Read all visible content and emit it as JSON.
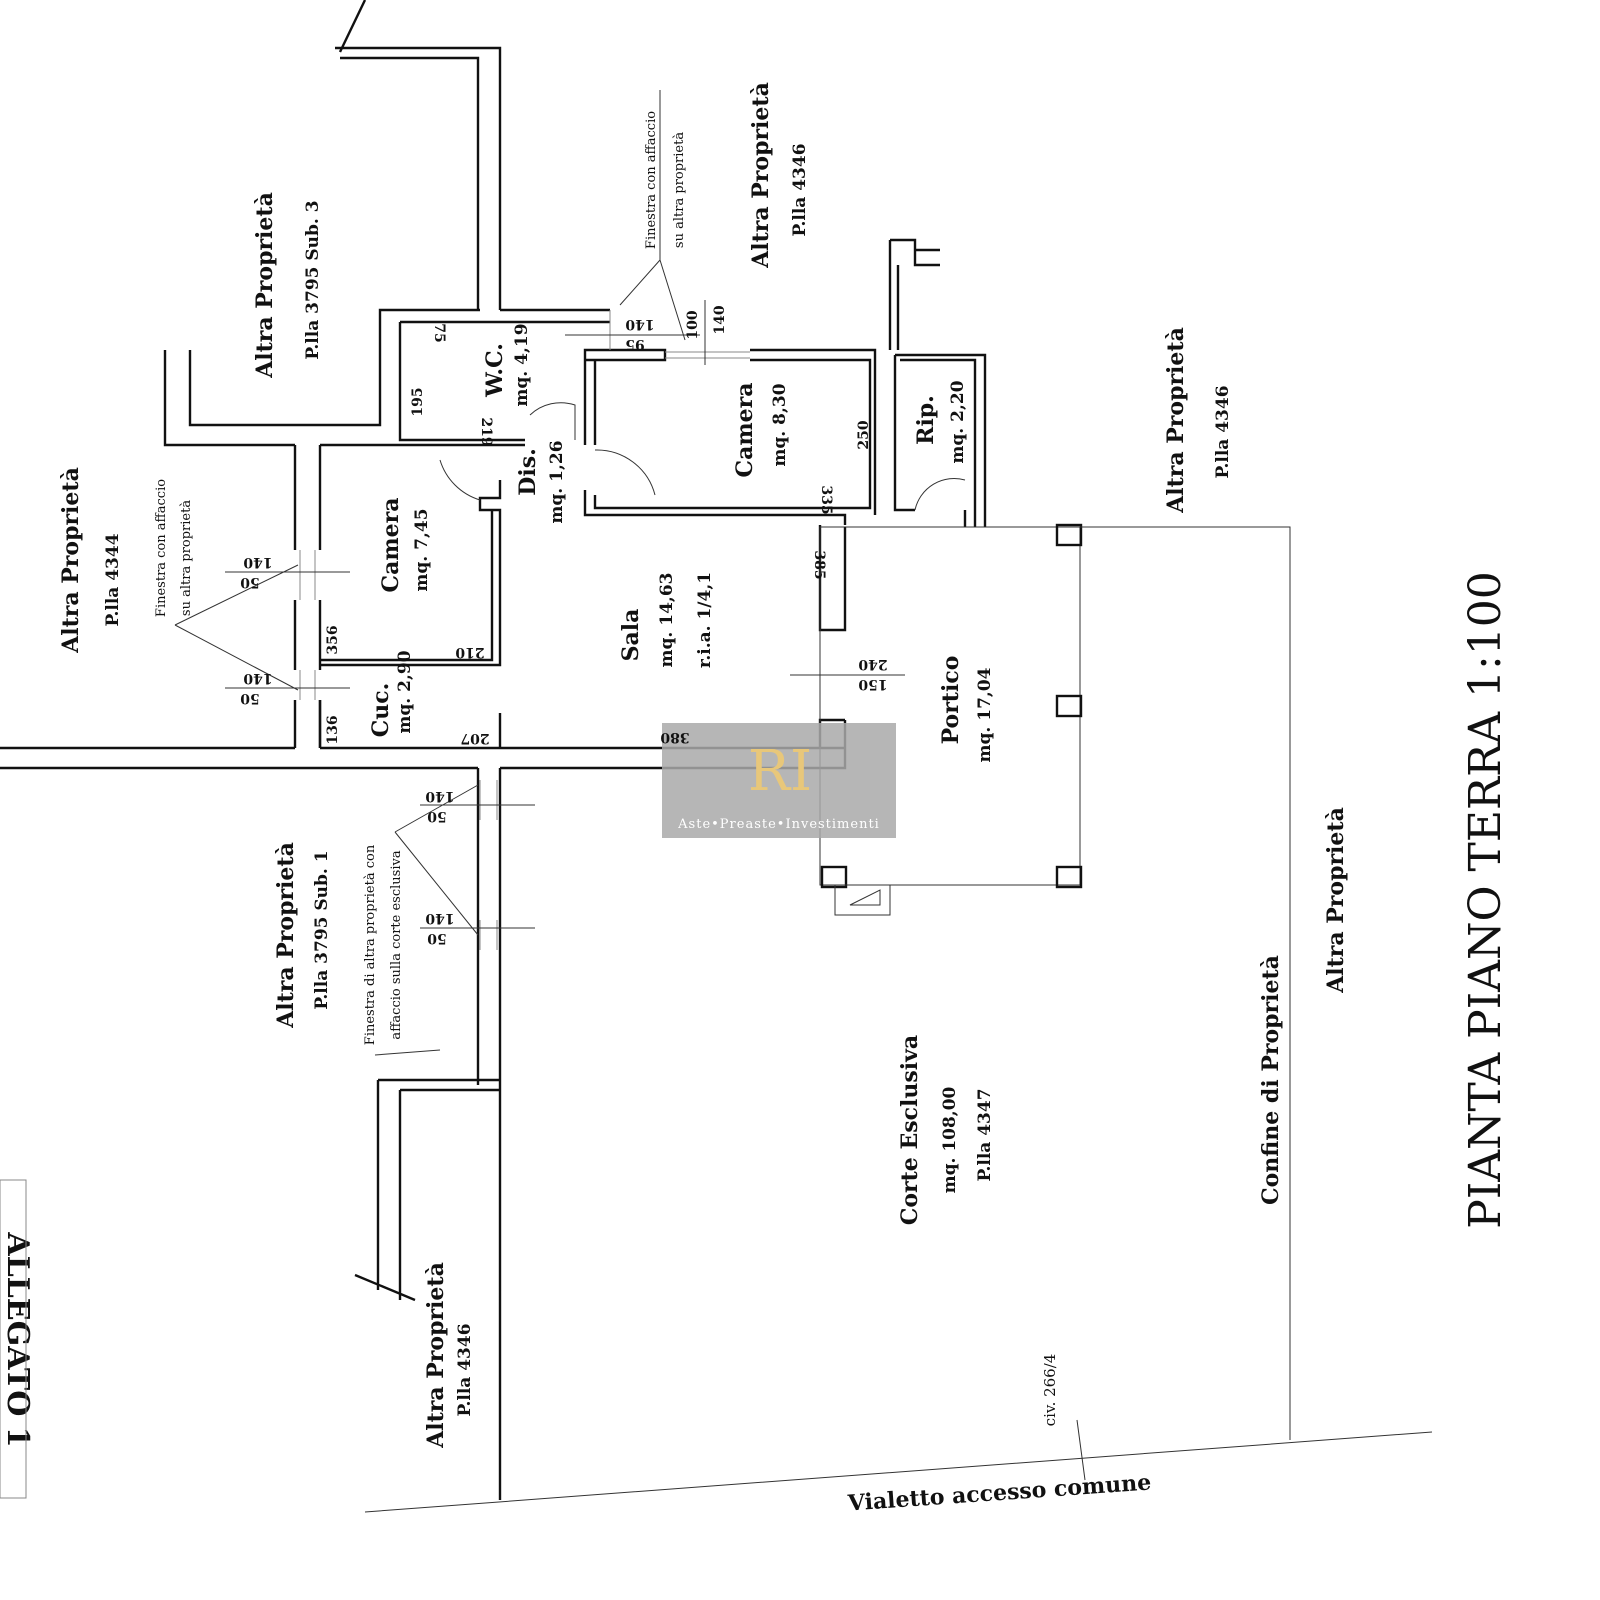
{
  "title": "PIANTA PIANO TERRA 1:100",
  "attachment_label": "ALLEGATO 1",
  "rooms": {
    "wc": {
      "name": "W.C.",
      "area": "mq. 4,19"
    },
    "camera_1": {
      "name": "Camera",
      "area": "mq. 8,30"
    },
    "ripostiglio": {
      "name": "Rip.",
      "area": "mq. 2,20"
    },
    "disimpegno": {
      "name": "Dis.",
      "area": "mq. 1,26"
    },
    "camera_2": {
      "name": "Camera",
      "area": "mq. 7,45"
    },
    "sala": {
      "name": "Sala",
      "area": "mq. 14,63",
      "ratio": "r.i.a. 1/4,1"
    },
    "cucina": {
      "name": "Cuc.",
      "area": "mq. 2,90"
    },
    "portico": {
      "name": "Portico",
      "area": "mq. 17,04"
    },
    "corte": {
      "name": "Corte Esclusiva",
      "area": "mq. 108,00",
      "parcel": "P.lla 4347"
    }
  },
  "neighbors": [
    {
      "label": "Altra Proprietà",
      "parcel": "P.lla 3795 Sub. 3"
    },
    {
      "label": "Altra Proprietà",
      "parcel": "P.lla 4346"
    },
    {
      "label": "Altra Proprietà",
      "parcel": "P.lla 4344"
    },
    {
      "label": "Altra Proprietà",
      "parcel": "P.lla 4346"
    },
    {
      "label": "Altra Proprietà",
      "parcel": "P.lla 3795 Sub. 1"
    },
    {
      "label": "Altra Proprietà",
      "parcel": "P.lla 4346"
    },
    {
      "label": "Altra Proprietà"
    }
  ],
  "notes": {
    "window_top_1": "Finestra con affaccio",
    "window_top_2": "su altra proprietà",
    "window_left_1": "Finestra con affaccio",
    "window_left_2": "su altra proprietà",
    "window_bottom_1": "Finestra di altra proprietà con",
    "window_bottom_2": "affaccio sulla corte esclusiva",
    "boundary": "Confine di Proprietà",
    "civic": "civ. 266/4",
    "access": "Vialetto accesso comune"
  },
  "dimensions": {
    "d75": "75",
    "d195": "195",
    "d219": "219",
    "d140a": "140",
    "d95": "95",
    "d100": "100",
    "d140b": "140",
    "d250": "250",
    "d335": "335",
    "d385": "385",
    "d140c": "140",
    "d50a": "50",
    "d356": "356",
    "d210": "210",
    "d140d": "140",
    "d50b": "50",
    "d136": "136",
    "d207": "207",
    "d380": "380",
    "d240": "240",
    "d150": "150",
    "d140e": "140",
    "d50c": "50",
    "d140f": "140",
    "d50d": "50"
  },
  "watermark": {
    "text": "Aste•Preaste•Investimenti",
    "logo": "RI"
  },
  "colors": {
    "watermark_bg": "#a9a9a9",
    "logo_gold": "#e8c77a"
  }
}
